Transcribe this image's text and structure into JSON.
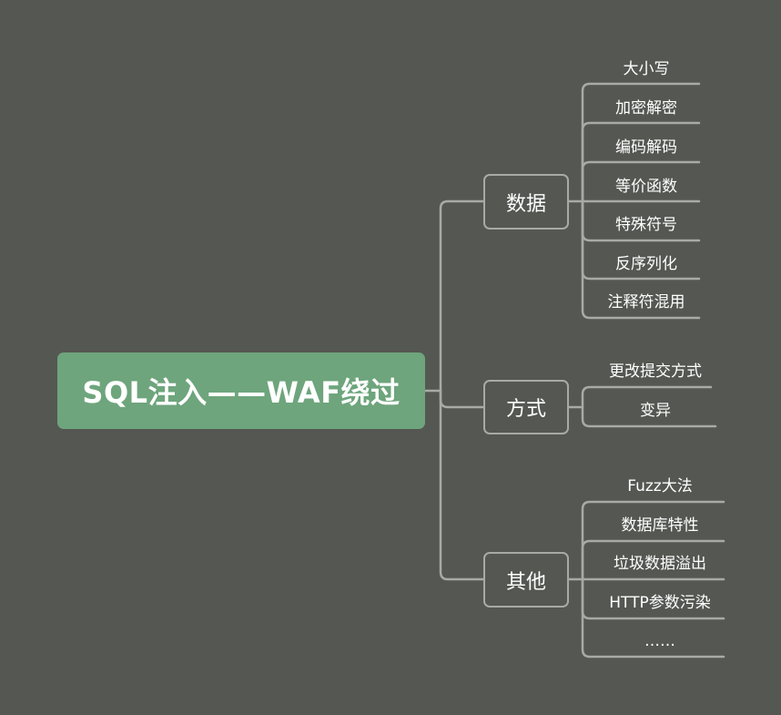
{
  "root": {
    "label": "SQL注入——WAF绕过"
  },
  "branches": [
    {
      "label": "数据",
      "children": [
        "大小写",
        "加密解密",
        "编码解码",
        "等价函数",
        "特殊符号",
        "反序列化",
        "注释符混用"
      ]
    },
    {
      "label": "方式",
      "children": [
        "更改提交方式",
        "变异"
      ]
    },
    {
      "label": "其他",
      "children": [
        "Fuzz大法",
        "数据库特性",
        "垃圾数据溢出",
        "HTTP参数污染",
        "……"
      ]
    }
  ],
  "colors": {
    "background": "#555752",
    "root_fill": "#6ea57c",
    "line": "#a8aaa6",
    "text": "#ffffff"
  }
}
